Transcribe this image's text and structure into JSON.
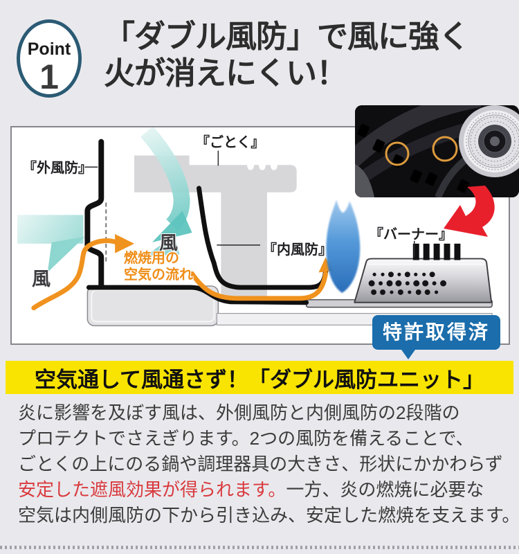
{
  "header": {
    "point_label": "Point",
    "point_number": "1",
    "title_line1": "「ダブル風防」で風に強く",
    "title_line2": "火が消えにくい！"
  },
  "diagram": {
    "labels": {
      "gotoku": "『ごとく』",
      "outer_windbreak": "『外風防』",
      "inner_windbreak": "『内風防』",
      "burner": "『バーナー』",
      "wind_left": "風",
      "wind_center": "風",
      "airflow_line1": "燃焼用の",
      "airflow_line2": "空気の流れ"
    },
    "patent_badge": "特許取得済"
  },
  "highlight_bar": {
    "text": "空気通して風通さず！「ダブル風防ユニット」"
  },
  "body": {
    "line1": "炎に影響を及ぼす風は、外側風防と内側風防の2段階の",
    "line2": "プロテクトでさえぎります。2つの風防を備えることで、",
    "line3": "ごとくの上にのる鍋や調理器具の大きさ、形状にかかわらず",
    "line4_red": "安定した遮風効果が得られます。",
    "line4_rest": "一方、炎の燃焼に必要な",
    "line5": "空気は内側風防の下から引き込み、安定した燃焼を支えます。"
  },
  "colors": {
    "background": "#e9e9ed",
    "highlight_yellow": "#f8e400",
    "red_text": "#d93a3e",
    "badge_blue": "#1b6dab",
    "orange_flow": "#f0921e",
    "teal_wind": "#66c6c0",
    "flame_blue": "#2a6fc0",
    "point_ring": "#2b5a74",
    "red_arrow": "#e8202c"
  }
}
